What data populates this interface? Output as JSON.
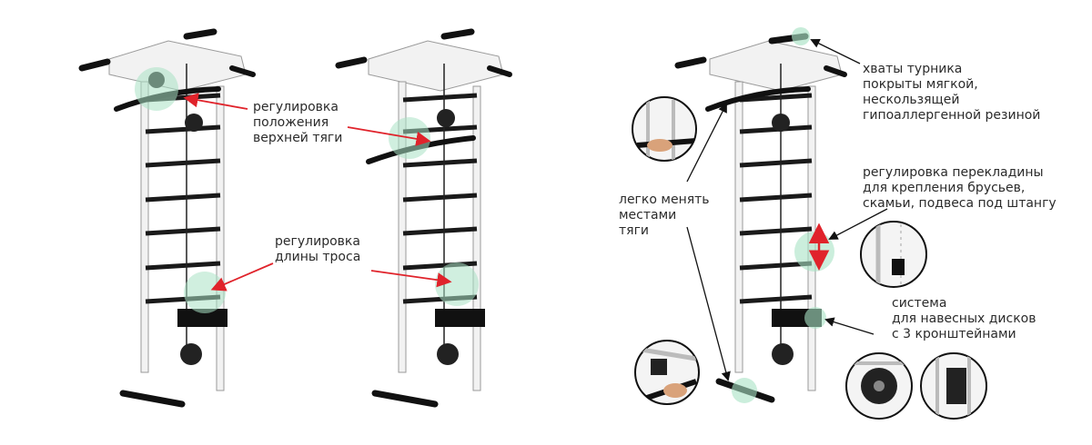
{
  "labels": {
    "top_pull_adjust": "регулировка\nположения\nверхней тяги",
    "cable_length_adjust": "регулировка\nдлины троса",
    "easy_swap": "легко менять\nместами\nтяги",
    "grips": "хваты турника\nпокрыты мягкой,\nнескользящей\nгипоаллергенной резиной",
    "crossbar_adjust": "регулировка перекладины\nдля крепления брусьев,\nскамьи, подвеса под штангу",
    "plate_system": "система\nдля навесных дисков\nс 3 кронштейнами"
  },
  "colors": {
    "frame": "#f2f2f2",
    "frame_edge": "#9a9a9a",
    "rung": "#1a1a1a",
    "highlight": "#a9e2c4",
    "arrow_red": "#e0232b",
    "text": "#2b2b2b",
    "callout_line": "#111111"
  },
  "icons": [
    "wall-bars-unit",
    "pull-up-bar",
    "pulley",
    "weight-plates",
    "handle-bar",
    "detail-circle"
  ]
}
